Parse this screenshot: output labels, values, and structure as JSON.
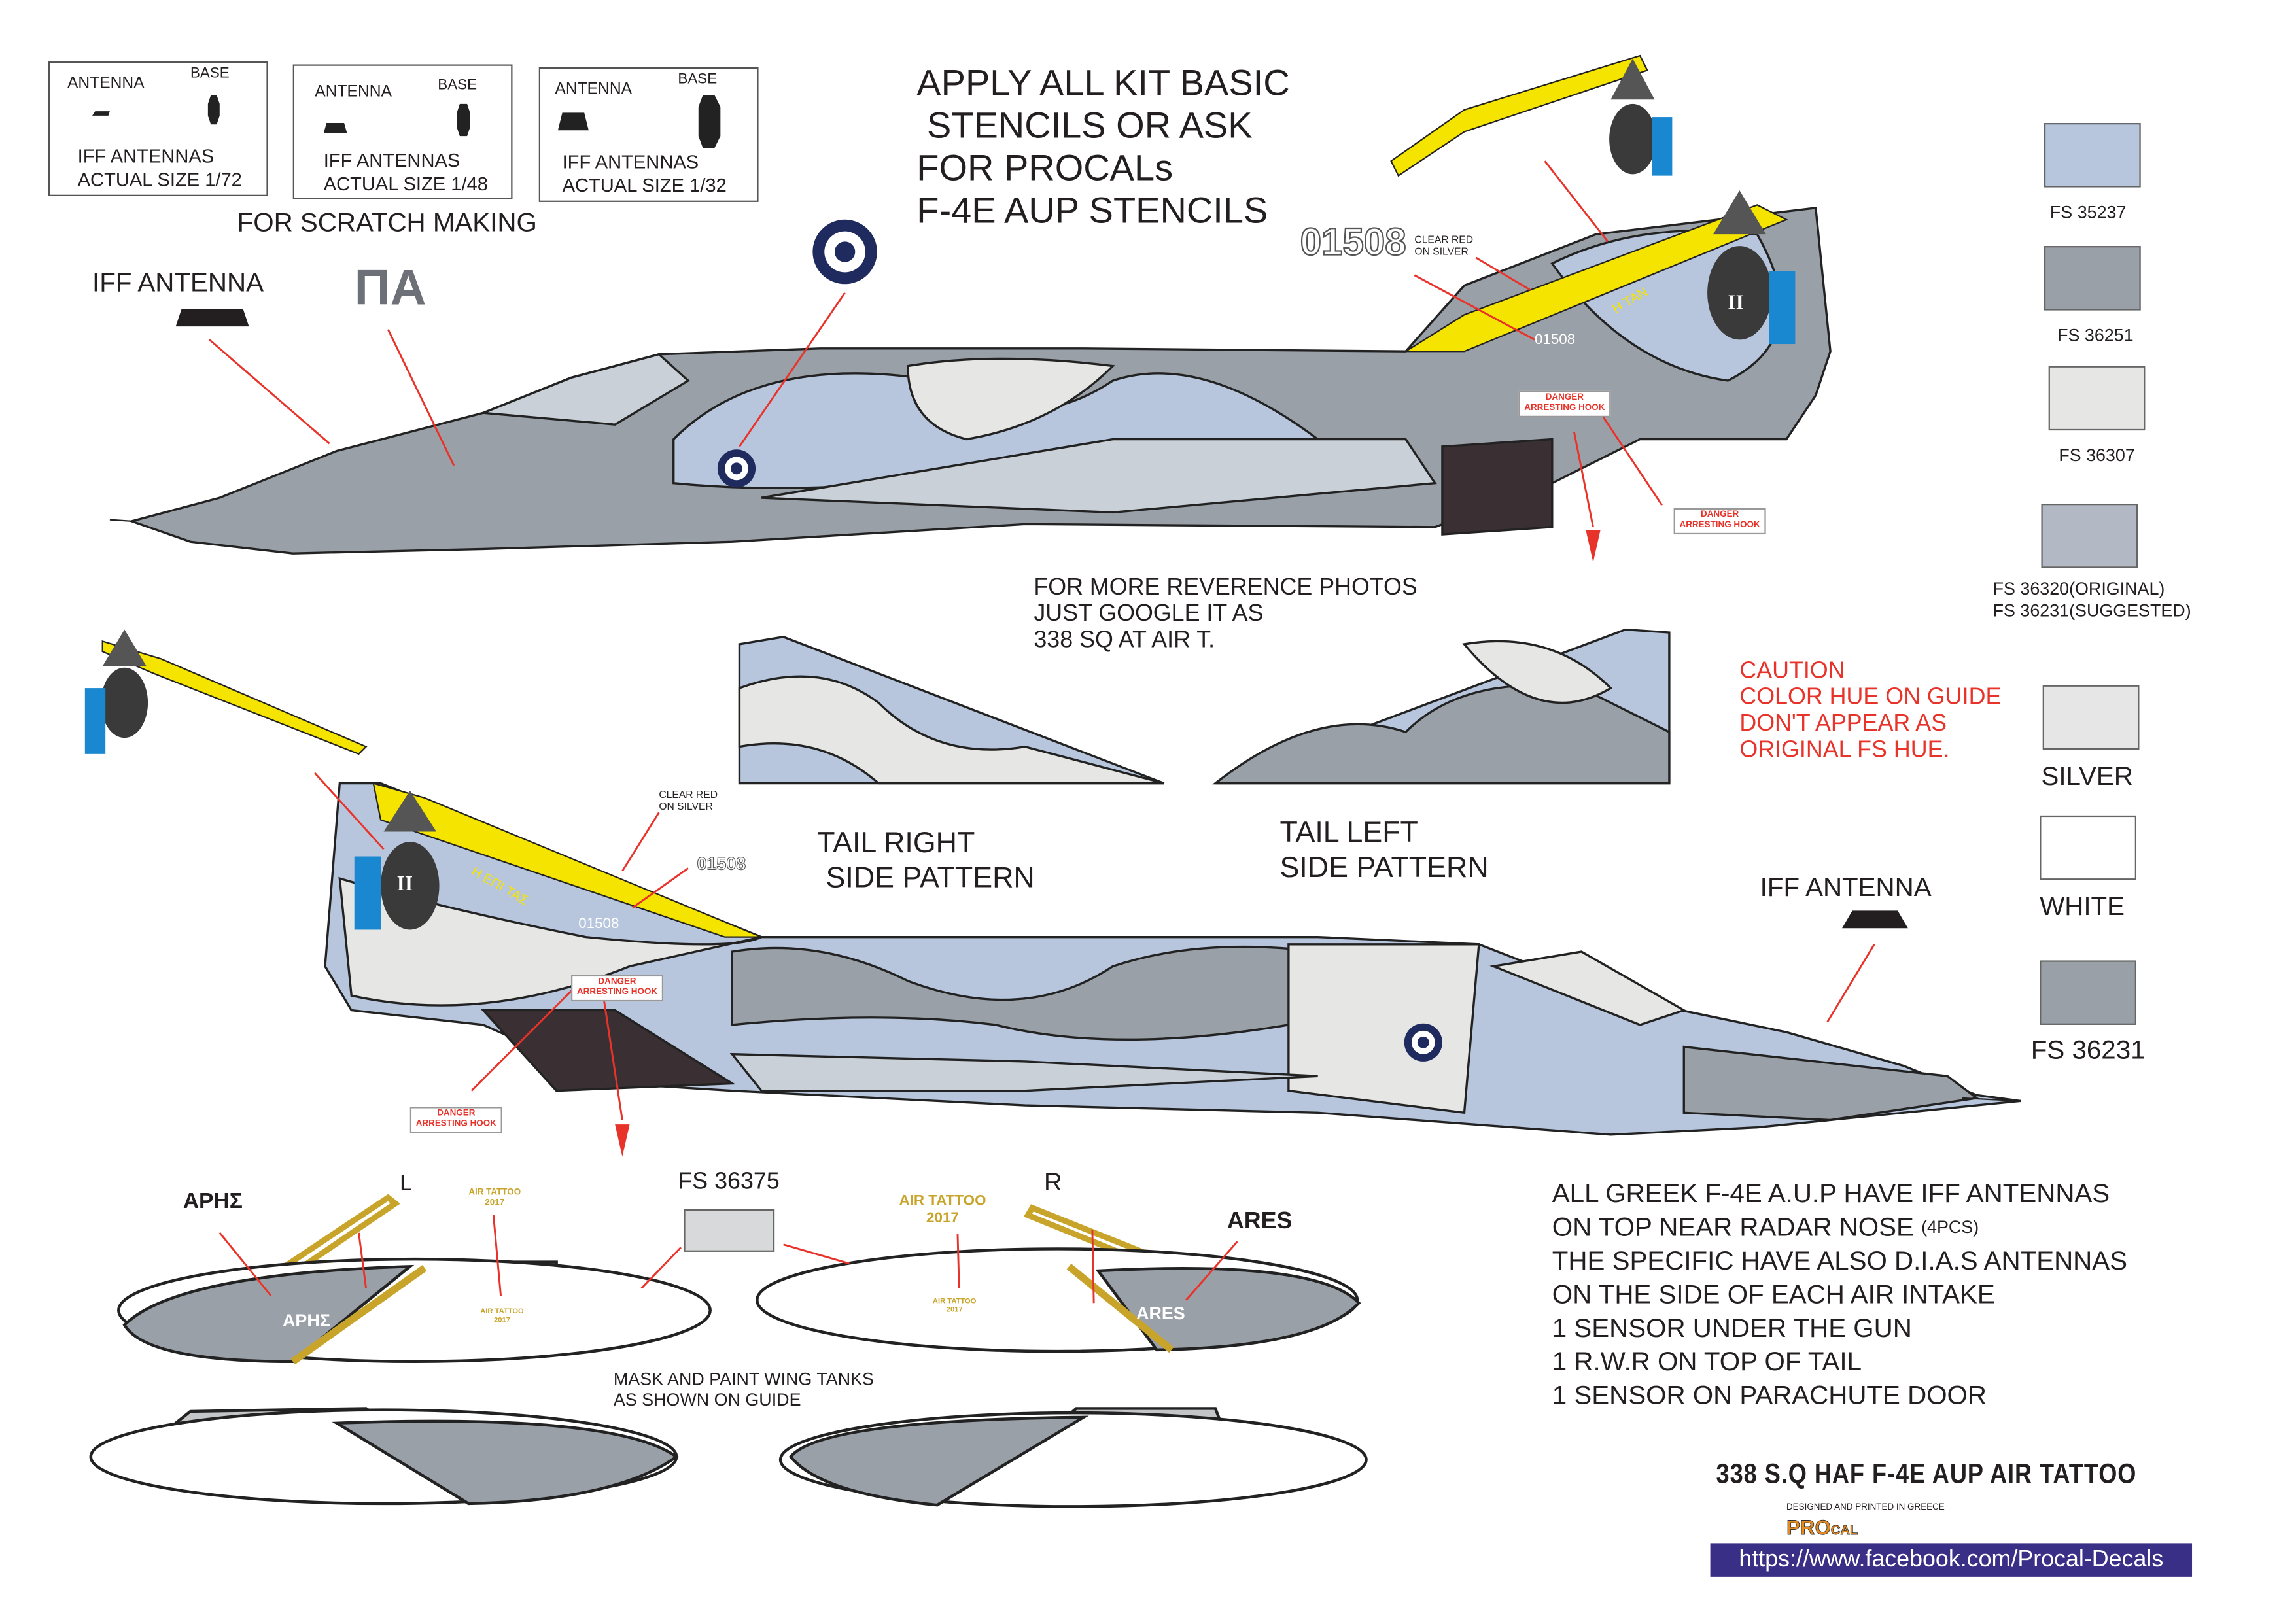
{
  "antenna_boxes": [
    {
      "antenna": "ANTENNA",
      "base": "BASE",
      "line1": "IFF ANTENNAS",
      "line2": "ACTUAL SIZE 1/72"
    },
    {
      "antenna": "ANTENNA",
      "base": "BASE",
      "line1": "IFF ANTENNAS",
      "line2": "ACTUAL SIZE 1/48"
    },
    {
      "antenna": "ANTENNA",
      "base": "BASE",
      "line1": "IFF ANTENNAS",
      "line2": "ACTUAL SIZE 1/32"
    }
  ],
  "scratch_note": "FOR SCRATCH MAKING",
  "apply_note": [
    "APPLY ALL KIT BASIC",
    "STENCILS OR ASK",
    "FOR PROCALs",
    "F-4E AUP STENCILS"
  ],
  "iff_antenna_label": "IFF ANTENNA",
  "pa_marking": "ΠΑ",
  "serial": "01508",
  "clear_red": [
    "CLEAR RED",
    "ON SILVER"
  ],
  "danger": [
    "DANGER",
    "ARRESTING HOOK"
  ],
  "tail_motto": [
    "H TAN",
    "H ΕΠΙ TAΣ"
  ],
  "badge_numeral": "II",
  "reference_note": [
    "FOR MORE REVERENCE PHOTOS",
    "JUST GOOGLE IT AS",
    "338 SQ AT AIR T."
  ],
  "tail_right": [
    "TAIL RIGHT",
    "SIDE PATTERN"
  ],
  "tail_left": [
    "TAIL LEFT",
    "SIDE PATTERN"
  ],
  "caution": [
    "CAUTION",
    "COLOR HUE ON GUIDE",
    "DON'T APPEAR AS",
    "ORIGINAL FS HUE."
  ],
  "swatches": [
    {
      "label": "FS 35237",
      "color": "#b7c6dc"
    },
    {
      "label": "FS 36251",
      "color": "#9aa0a8"
    },
    {
      "label": "FS 36307",
      "color": "#e6e7e4"
    },
    {
      "label": "FS 36320(ORIGINAL)",
      "label2": "FS 36231(SUGGESTED)",
      "color": "#b3b9c4"
    },
    {
      "label": "SILVER",
      "color": "#e6e6e6"
    },
    {
      "label": "WHITE",
      "color": "#ffffff"
    },
    {
      "label": "FS 36231",
      "color": "#9aa0a8"
    }
  ],
  "tanks": {
    "left": "L",
    "right": "R",
    "fs_label": "FS 36375",
    "fs_color": "#d8d9da",
    "aphs": "ΑΡΗΣ",
    "ares": "ARES",
    "air_tattoo": "AIR TATTOO",
    "year": "2017",
    "mask_note": [
      "MASK AND PAINT WING TANKS",
      "AS SHOWN ON GUIDE"
    ]
  },
  "notes": [
    "ALL GREEK F-4E A.U.P HAVE IFF ANTENNAS",
    "ON TOP NEAR RADAR NOSE",
    "(4PCS)",
    "THE SPECIFIC HAVE ALSO D.I.A.S ANTENNAS",
    "ON THE SIDE OF EACH AIR INTAKE",
    "1 SENSOR UNDER THE GUN",
    "1 R.W.R ON TOP OF TAIL",
    "1 SENSOR ON PARACHUTE DOOR"
  ],
  "sheet_title": "338 S.Q HAF F-4E AUP AIR TATTOO",
  "designed": "DESIGNED AND PRINTED IN GREECE",
  "brand": {
    "pro": "PRO",
    "cal": "CAL"
  },
  "url": "https://www.facebook.com/Procal-Decals",
  "colors": {
    "roundel_blue": "#1f2a5e",
    "leader_red": "#e8332a",
    "greek_key_yellow": "#f5e400",
    "url_bar": "#3a2f86",
    "brand_orange": "#e58a1f"
  }
}
